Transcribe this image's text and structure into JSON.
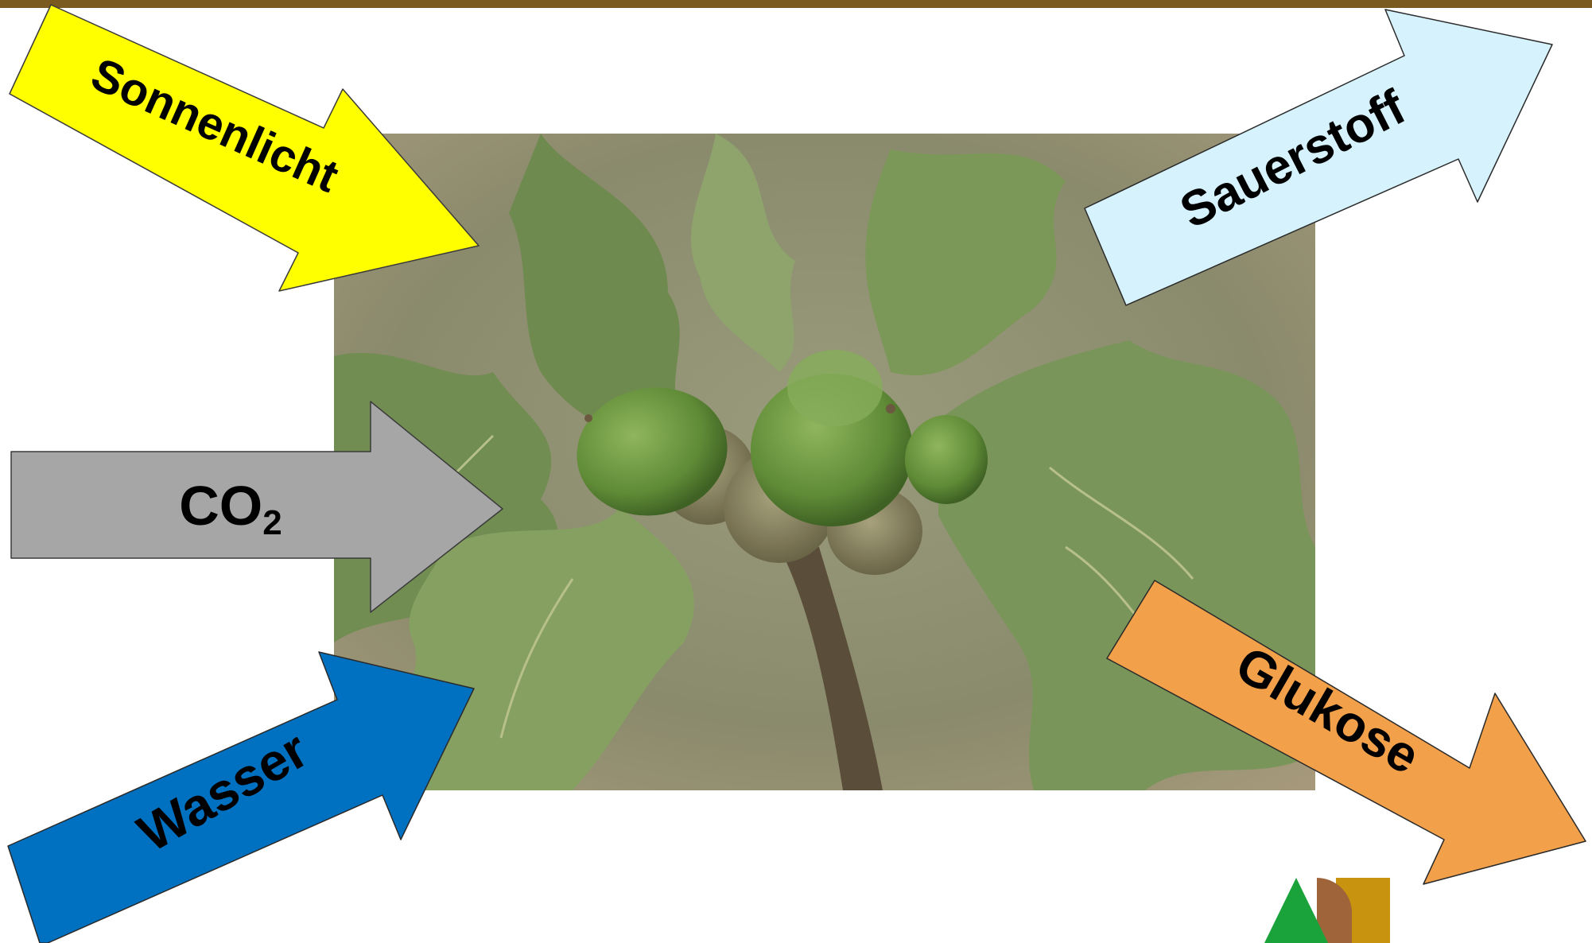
{
  "colors": {
    "top_bar": "#7a5a1e",
    "sunlight": "#ffff00",
    "co2": "#a6a6a6",
    "water": "#0070c0",
    "oxygen": "#d6f2fc",
    "glucose": "#f2a04a"
  },
  "photo": {
    "subject": "oak twig with green acorns and lobed leaves"
  },
  "arrows": {
    "sunlight": {
      "label": "Sonnenlicht"
    },
    "co2": {
      "label": "CO",
      "subscript": "2"
    },
    "water": {
      "label": "Wasser"
    },
    "oxygen": {
      "label": "Sauerstoff"
    },
    "glucose": {
      "label": "Glukose"
    }
  },
  "logo": {
    "icon": "triangle-leaf-logo"
  }
}
